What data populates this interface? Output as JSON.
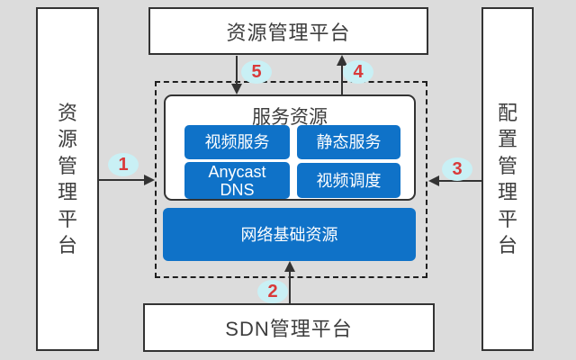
{
  "platforms": {
    "top": "资源管理平台",
    "left": "资源管理平台",
    "right": "配置管理平台",
    "bottom": "SDN管理平台"
  },
  "service_group": {
    "title": "服务资源",
    "items": [
      {
        "label": "视频服务"
      },
      {
        "label": "静态服务"
      },
      {
        "label": "Anycast\nDNS"
      },
      {
        "label": "视频调度"
      }
    ]
  },
  "network_box": {
    "label": "网络基础资源"
  },
  "flow_badges": [
    {
      "label": "1"
    },
    {
      "label": "2"
    },
    {
      "label": "3"
    },
    {
      "label": "4"
    },
    {
      "label": "5"
    }
  ],
  "colors": {
    "background": "#dcdcdc",
    "box_fill": "#ffffff",
    "box_border": "#333333",
    "accent_blue": "#0f72c8",
    "badge_fill": "#c9f0f5",
    "badge_text": "#d93a3a"
  }
}
